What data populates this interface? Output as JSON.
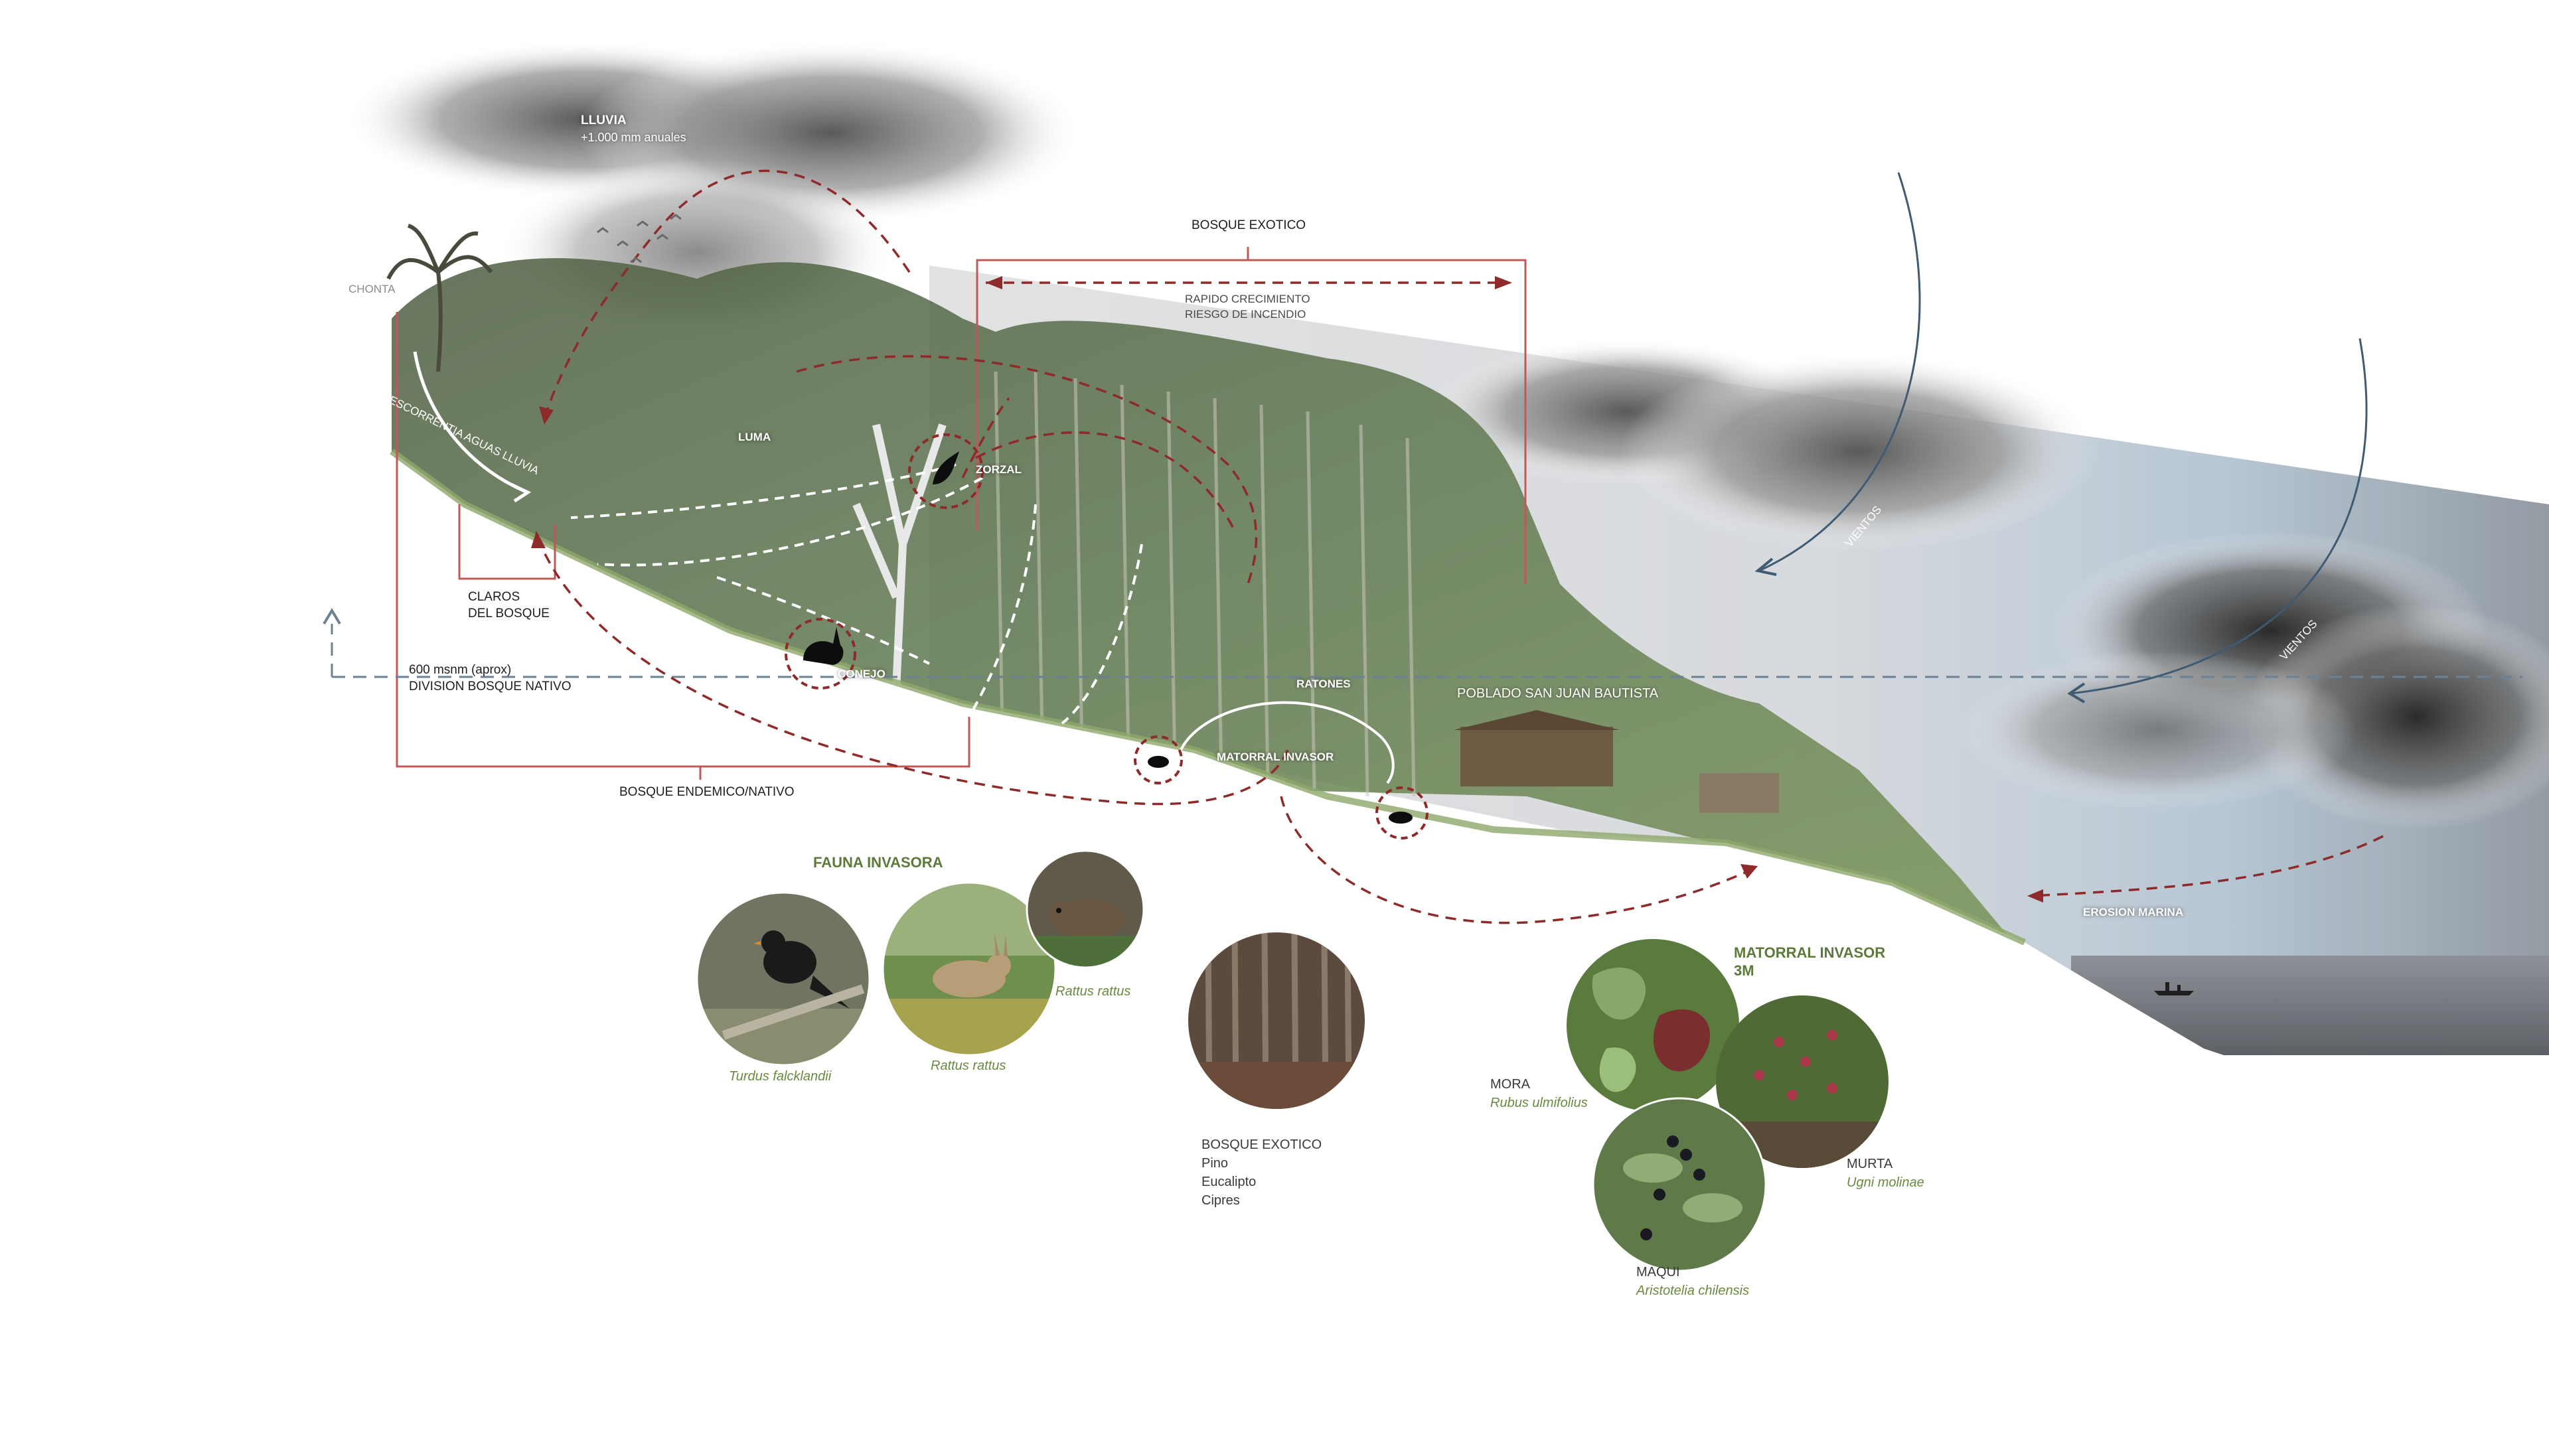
{
  "climate": {
    "rain_label": "LLUVIA",
    "rain_amount": "+1.000 mm anuales",
    "wind_label_1": "VIENTOS",
    "wind_label_2": "VIENTOS",
    "erosion_label": "EROSION MARINA"
  },
  "forest": {
    "exotic_title": "BOSQUE EXOTICO",
    "exotic_note_1": "RAPIDO CRECIMIENTO",
    "exotic_note_2": "RIESGO DE INCENDIO",
    "native_title": "BOSQUE ENDEMICO/NATIVO",
    "clearings_1": "CLAROS",
    "clearings_2": "DEL BOSQUE",
    "altitude_1": "600 msnm (aprox)",
    "altitude_2": "DIVISION BOSQUE NATIVO",
    "runoff_label": "ESCORRENTIA AGUAS LLUVIA",
    "chonta_label": "CHONTA",
    "luma_label": "LUMA",
    "village_label": "POBLADO SAN JUAN BAUTISTA"
  },
  "fauna_markers": {
    "zorzal": "ZORZAL",
    "conejo": "CONEJO",
    "ratones": "RATONES",
    "matorral": "MATORRAL INVASOR"
  },
  "fauna_panel": {
    "title": "FAUNA INVASORA",
    "bird_species": "Turdus falcklandii",
    "rabbit_species": "Rattus rattus",
    "rat_species": "Rattus rattus"
  },
  "exotic_panel": {
    "title": "BOSQUE  EXOTICO",
    "items": [
      "Pino",
      "Eucalipto",
      "Cipres"
    ]
  },
  "shrub_panel": {
    "title_1": "MATORRAL INVASOR",
    "title_2": "3M",
    "mora_common": "MORA",
    "mora_species": "Rubus ulmifolius",
    "murta_common": "MURTA",
    "murta_species": "Ugni molinae",
    "maqui_common": "MAQUI",
    "maqui_species": "Aristotelia chilensis"
  },
  "colors": {
    "arrow_red": "#8e2a2a",
    "frame_red": "#c25757",
    "wind_blue": "#3f5b73",
    "ground_green": "#6f9a3c"
  }
}
